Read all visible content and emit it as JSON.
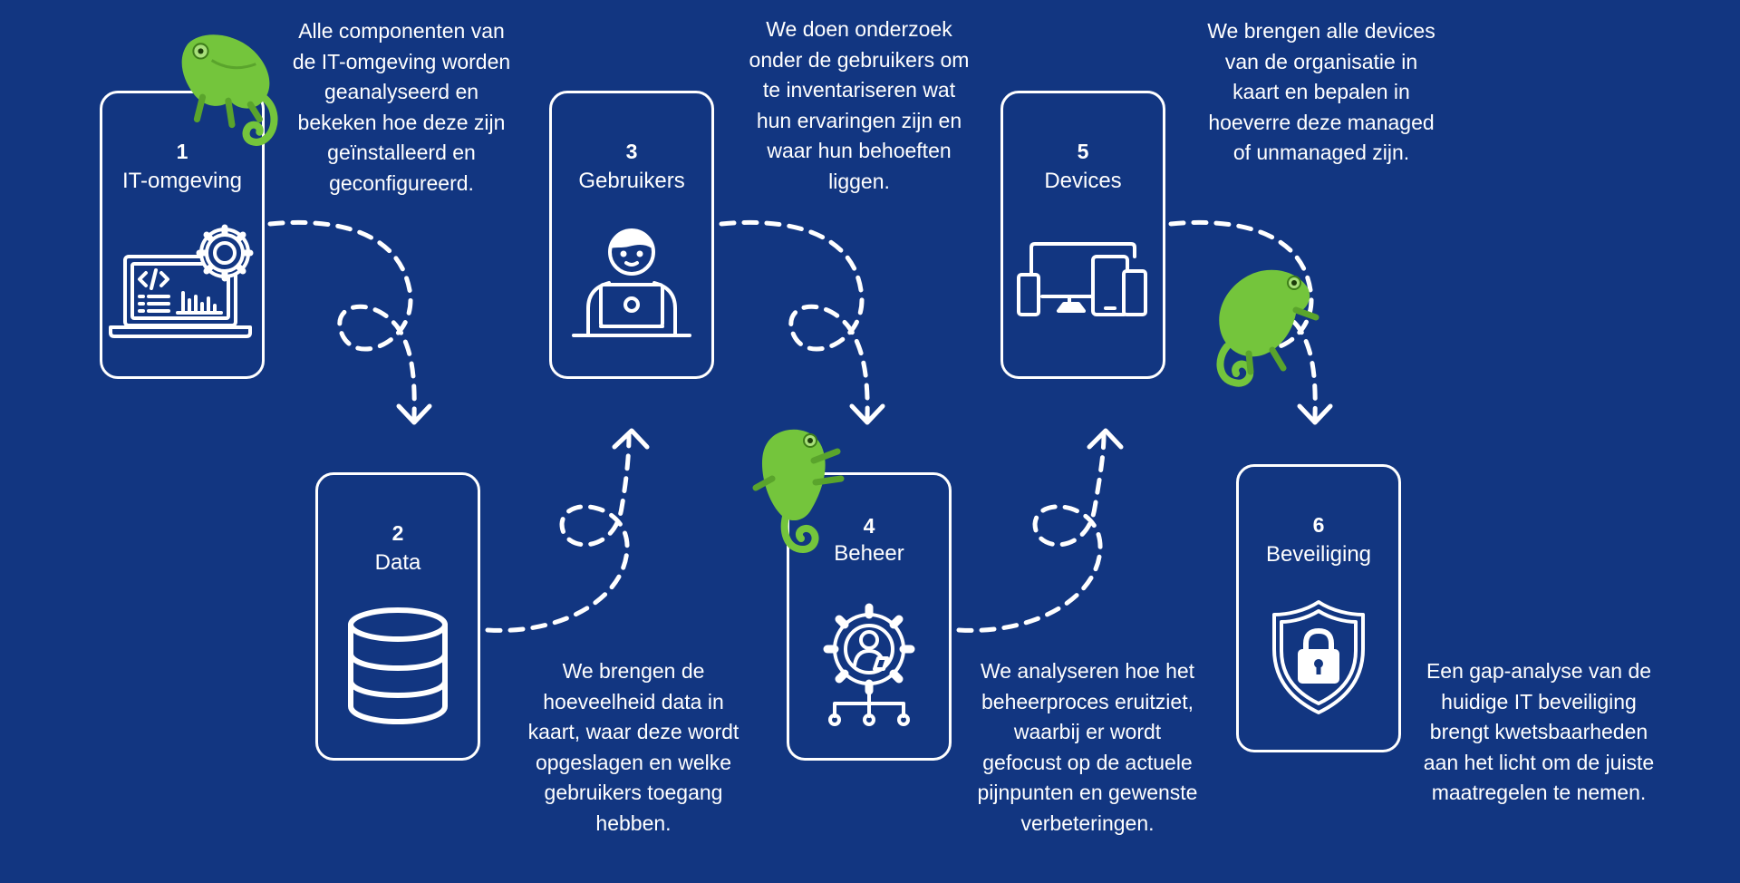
{
  "colors": {
    "background": "#123681",
    "stroke": "#ffffff",
    "chameleon": "#74c53c"
  },
  "steps": [
    {
      "number": "1",
      "title": "IT-omgeving",
      "icon": "laptop-code-gear-icon",
      "description": "Alle componenten van de IT-omgeving worden geanalyseerd en bekeken hoe deze zijn geïnstalleerd en geconfigureerd."
    },
    {
      "number": "2",
      "title": "Data",
      "icon": "database-icon",
      "description": "We brengen de hoeveelheid data in kaart, waar deze wordt opgeslagen en welke gebruikers toegang hebben."
    },
    {
      "number": "3",
      "title": "Gebruikers",
      "icon": "user-laptop-icon",
      "description": "We doen onderzoek onder de gebruikers om te inventariseren wat hun ervaringen zijn en waar hun behoeften liggen."
    },
    {
      "number": "4",
      "title": "Beheer",
      "icon": "gear-user-network-icon",
      "description": "We analyseren hoe het beheerproces eruitziet, waarbij er wordt gefocust op de actuele pijnpunten en gewenste verbeteringen."
    },
    {
      "number": "5",
      "title": "Devices",
      "icon": "devices-icon",
      "description": "We brengen alle devices van de organisatie in kaart en bepalen in hoeverre deze managed of unmanaged zijn."
    },
    {
      "number": "6",
      "title": "Beveiliging",
      "icon": "shield-lock-icon",
      "description": "Een gap-analyse van de huidige IT beveiliging brengt kwetsbaarheden aan het licht om de juiste maatregelen te nemen."
    }
  ]
}
